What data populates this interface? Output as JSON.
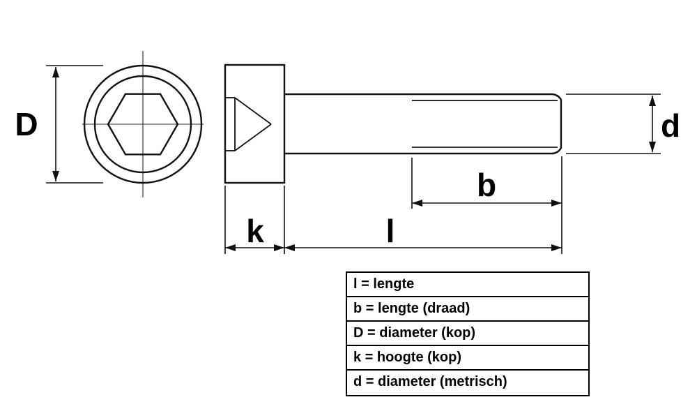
{
  "colors": {
    "line": "#111111",
    "background": "#ffffff",
    "text": "#000000"
  },
  "dimension_labels": {
    "head_diameter": "D",
    "head_height": "k",
    "total_length": "l",
    "thread_length": "b",
    "thread_diameter": "d"
  },
  "legend": {
    "rows": [
      "l = lengte",
      "b = lengte (draad)",
      "D = diameter (kop)",
      "k = hoogte (kop)",
      "d = diameter (metrisch)"
    ]
  }
}
